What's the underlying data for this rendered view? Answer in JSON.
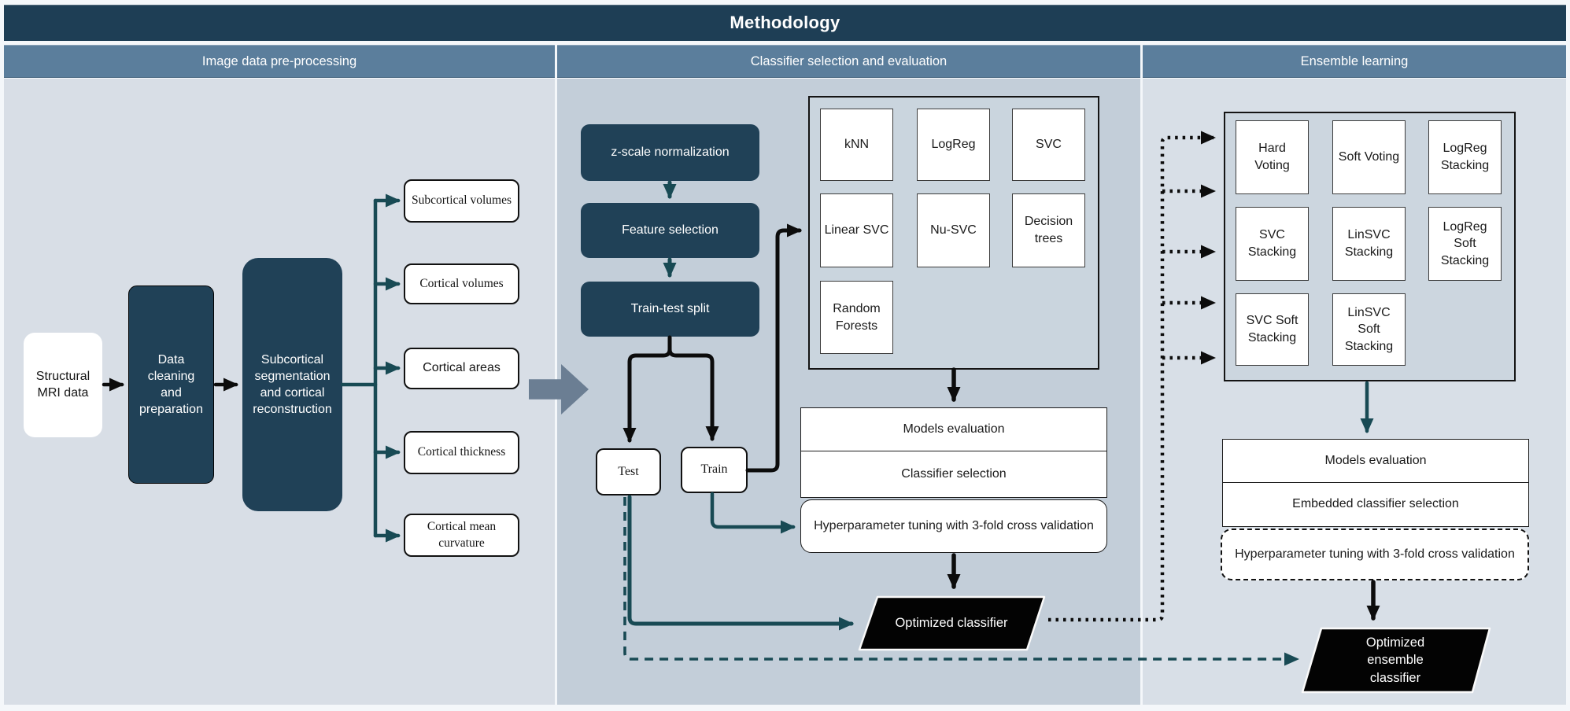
{
  "title": "Methodology",
  "sections": {
    "preprocessing": "Image data pre-processing",
    "classifier": "Classifier selection and evaluation",
    "ensemble": "Ensemble learning"
  },
  "preprocessing": {
    "input": "Structural MRI data",
    "step_cleaning": "Data cleaning and preparation",
    "step_segmentation": "Subcortical segmentation and cortical reconstruction",
    "outputs": [
      "Subcortical volumes",
      "Cortical volumes",
      "Cortical areas",
      "Cortical thickness",
      "Cortical mean curvature"
    ]
  },
  "classifier_section": {
    "steps": [
      "z-scale normalization",
      "Feature selection",
      "Train-test split"
    ],
    "split_outputs": {
      "test": "Test",
      "train": "Train"
    },
    "classifiers": [
      "kNN",
      "LogReg",
      "SVC",
      "Linear SVC",
      "Nu-SVC",
      "Decision trees",
      "Random Forests"
    ],
    "evaluation_rows": [
      "Models evaluation",
      "Classifier selection"
    ],
    "tuning": "Hyperparameter tuning with 3-fold cross validation",
    "result": "Optimized classifier"
  },
  "ensemble_section": {
    "methods": [
      "Hard Voting",
      "Soft Voting",
      "LogReg Stacking",
      "SVC Stacking",
      "LinSVC Stacking",
      "LogReg Soft Stacking",
      "SVC Soft Stacking",
      "LinSVC Soft Stacking"
    ],
    "evaluation_rows": [
      "Models evaluation",
      "Embedded classifier selection"
    ],
    "tuning": "Hyperparameter tuning with 3-fold cross validation",
    "result": "Optimized ensemble classifier"
  },
  "colors": {
    "title_bar": "#1e3e55",
    "section_header": "#5b7e9c",
    "panel_left": "#d8dee6",
    "panel_middle": "#c3ced9",
    "panel_right": "#d8dfe7",
    "dark_box": "#204157",
    "grid_container_middle": "#cad5de",
    "grid_container_right": "#ccd6df",
    "arrow_teal": "#184a54",
    "arrow_black": "#0c0c0c",
    "block_arrow_gray": "#6b7e93",
    "terminal_black": "#030303"
  },
  "icons": {
    "section_flow_arrow": "right-block-arrow"
  }
}
